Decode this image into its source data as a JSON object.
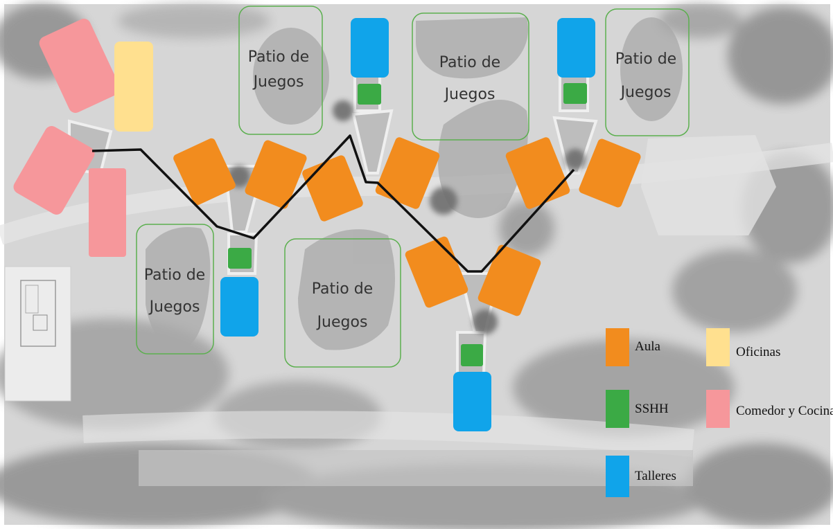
{
  "colors": {
    "aula": "#F28C1E",
    "sshh": "#3BAA45",
    "talleres": "#10A4EA",
    "oficinas": "#FFE08F",
    "comedor": "#F6979B",
    "patio_border": "#5BAF4E",
    "path": "#111111",
    "site": "#d9d9d9"
  },
  "patios": [
    {
      "line1": "Patio de",
      "line2": "Juegos"
    },
    {
      "line1": "Patio de",
      "line2": "Juegos"
    },
    {
      "line1": "Patio de",
      "line2": "Juegos"
    },
    {
      "line1": "Patio de",
      "line2": "Juegos"
    },
    {
      "line1": "Patio de",
      "line2": "Juegos"
    }
  ],
  "legend": {
    "aula": "Aula",
    "sshh": "SSHH",
    "talleres": "Talleres",
    "oficinas": "Oficinas",
    "comedor": "Comedor y Cocina"
  }
}
